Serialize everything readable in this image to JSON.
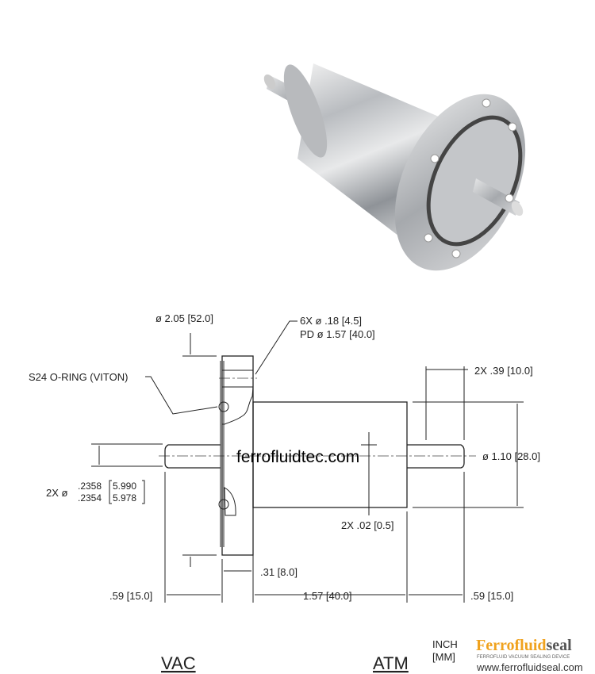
{
  "watermark": "ferrofluidtec.com",
  "labels": {
    "flange_od": "ø 2.05 [52.0]",
    "holes_line1": "6X ø .18 [4.5]",
    "holes_line2": "PD ø 1.57 [40.0]",
    "oring": "S24 O-RING (VITON)",
    "shaft_dia_prefix": "2X ø",
    "shaft_inch_max": ".2358",
    "shaft_inch_min": ".2354",
    "shaft_mm_max": "5.990",
    "shaft_mm_min": "5.978",
    "shaft_ext_right": "2X .39 [10.0]",
    "body_dia": "ø 1.10 [28.0]",
    "step": "2X .02 [0.5]",
    "flange_thk": ".31 [8.0]",
    "left_len": ".59 [15.0]",
    "body_len": "1.57 [40.0]",
    "right_len": ".59 [15.0]",
    "vac": "VAC",
    "atm": "ATM",
    "units_inch": "INCH",
    "units_mm": "[MM]"
  },
  "logo": {
    "part1": "Ferrofluid",
    "part2": "seal",
    "tagline": "FERROFLUID VACUUM SEALING DEVICE",
    "url": "www.ferrofluidseal.com",
    "colors": {
      "orange": "#f0a21e",
      "gray": "#555555"
    }
  }
}
